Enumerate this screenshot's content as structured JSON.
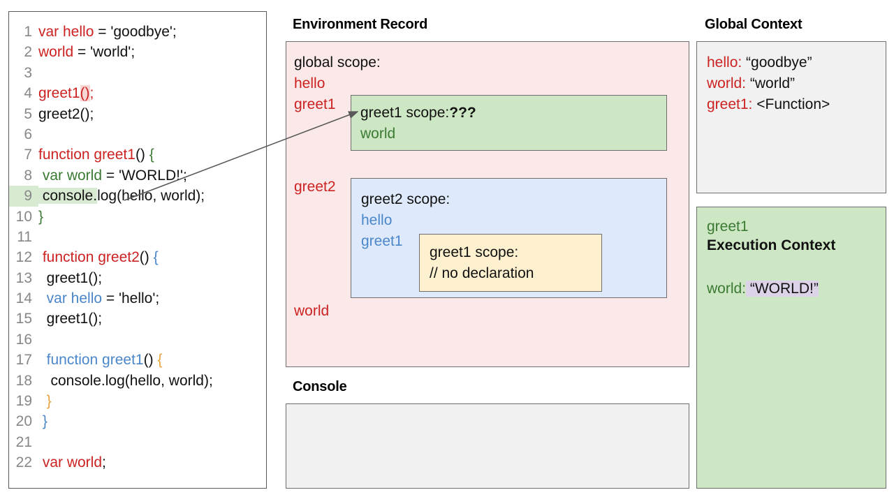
{
  "code_panel": {
    "lines": [
      {
        "n": "1",
        "segments": [
          {
            "t": "var hello",
            "cls": "red"
          },
          {
            "t": " = 'goodbye';",
            "cls": ""
          }
        ]
      },
      {
        "n": "2",
        "segments": [
          {
            "t": "world",
            "cls": "red"
          },
          {
            "t": " = 'world';",
            "cls": ""
          }
        ]
      },
      {
        "n": "3",
        "segments": []
      },
      {
        "n": "4",
        "segments": [
          {
            "t": "greet1",
            "cls": "red"
          },
          {
            "t": "()",
            "cls": "red hl-pink"
          },
          {
            "t": ";",
            "cls": "red"
          }
        ]
      },
      {
        "n": "5",
        "segments": [
          {
            "t": "greet2();",
            "cls": ""
          }
        ]
      },
      {
        "n": "6",
        "segments": []
      },
      {
        "n": "7",
        "segments": [
          {
            "t": "function greet1",
            "cls": "red"
          },
          {
            "t": "() ",
            "cls": ""
          },
          {
            "t": "{",
            "cls": "green"
          }
        ]
      },
      {
        "n": "8",
        "segments": [
          {
            "t": " var world",
            "cls": "green"
          },
          {
            "t": " = 'WORLD!';",
            "cls": ""
          }
        ]
      },
      {
        "n": "9",
        "segments": [
          {
            "t": " console.",
            "cls": "hl-green"
          },
          {
            "t": "log(hello, world);",
            "cls": ""
          }
        ],
        "ln_highlight": true
      },
      {
        "n": "10",
        "segments": [
          {
            "t": "}",
            "cls": "green"
          }
        ]
      },
      {
        "n": "11",
        "segments": []
      },
      {
        "n": "12",
        "segments": [
          {
            "t": " function greet2",
            "cls": "red"
          },
          {
            "t": "() ",
            "cls": ""
          },
          {
            "t": "{",
            "cls": "blue"
          }
        ]
      },
      {
        "n": "13",
        "segments": [
          {
            "t": "  greet1();",
            "cls": ""
          }
        ]
      },
      {
        "n": "14",
        "segments": [
          {
            "t": "  var hello",
            "cls": "blue"
          },
          {
            "t": " = 'hello';",
            "cls": ""
          }
        ]
      },
      {
        "n": "15",
        "segments": [
          {
            "t": "  greet1();",
            "cls": ""
          }
        ]
      },
      {
        "n": "16",
        "segments": []
      },
      {
        "n": "17",
        "segments": [
          {
            "t": "  function greet1",
            "cls": "blue"
          },
          {
            "t": "() ",
            "cls": ""
          },
          {
            "t": "{",
            "cls": "orange"
          }
        ]
      },
      {
        "n": "18",
        "segments": [
          {
            "t": "   console.log(hello, world);",
            "cls": ""
          }
        ]
      },
      {
        "n": "19",
        "segments": [
          {
            "t": "  }",
            "cls": "orange"
          }
        ]
      },
      {
        "n": "20",
        "segments": [
          {
            "t": " }",
            "cls": "blue"
          }
        ]
      },
      {
        "n": "21",
        "segments": []
      },
      {
        "n": "22",
        "segments": [
          {
            "t": " var world",
            "cls": "red"
          },
          {
            "t": ";",
            "cls": ""
          }
        ]
      }
    ]
  },
  "environment_record": {
    "title": "Environment Record",
    "global_scope_label": "global scope:",
    "globals": [
      "hello",
      "greet1",
      "greet2",
      "world"
    ],
    "greet1_scope": {
      "label": "greet1 scope:",
      "unknown": "???",
      "vars": [
        "world"
      ]
    },
    "greet2_scope": {
      "label": "greet2 scope:",
      "vars": [
        "hello",
        "greet1"
      ],
      "nested_greet1_scope": {
        "label": "greet1 scope:",
        "comment": "// no declaration"
      }
    }
  },
  "console": {
    "title": "Console",
    "output": ""
  },
  "global_context": {
    "title": "Global Context",
    "entries": [
      {
        "key": "hello:",
        "value": " “goodbye”"
      },
      {
        "key": "world:",
        "value": " “world”"
      },
      {
        "key": "greet1:",
        "value": " <Function>"
      }
    ]
  },
  "execution_context": {
    "name": "greet1",
    "heading": "Execution Context",
    "world_key": "world:",
    "world_value": " “WORLD!”"
  },
  "colors": {
    "pink_panel": "#fbe8e8",
    "green_box": "#cde6c3",
    "blue_box": "#deeafb",
    "yellow_box": "#fdf0ce",
    "grey_box": "#f1f1f1",
    "purple_highlight": "#ddd3e9",
    "keyword_red": "#cc2222",
    "keyword_blue": "#4a86c8",
    "keyword_green": "#3b7a33",
    "keyword_orange": "#e8a33d"
  }
}
